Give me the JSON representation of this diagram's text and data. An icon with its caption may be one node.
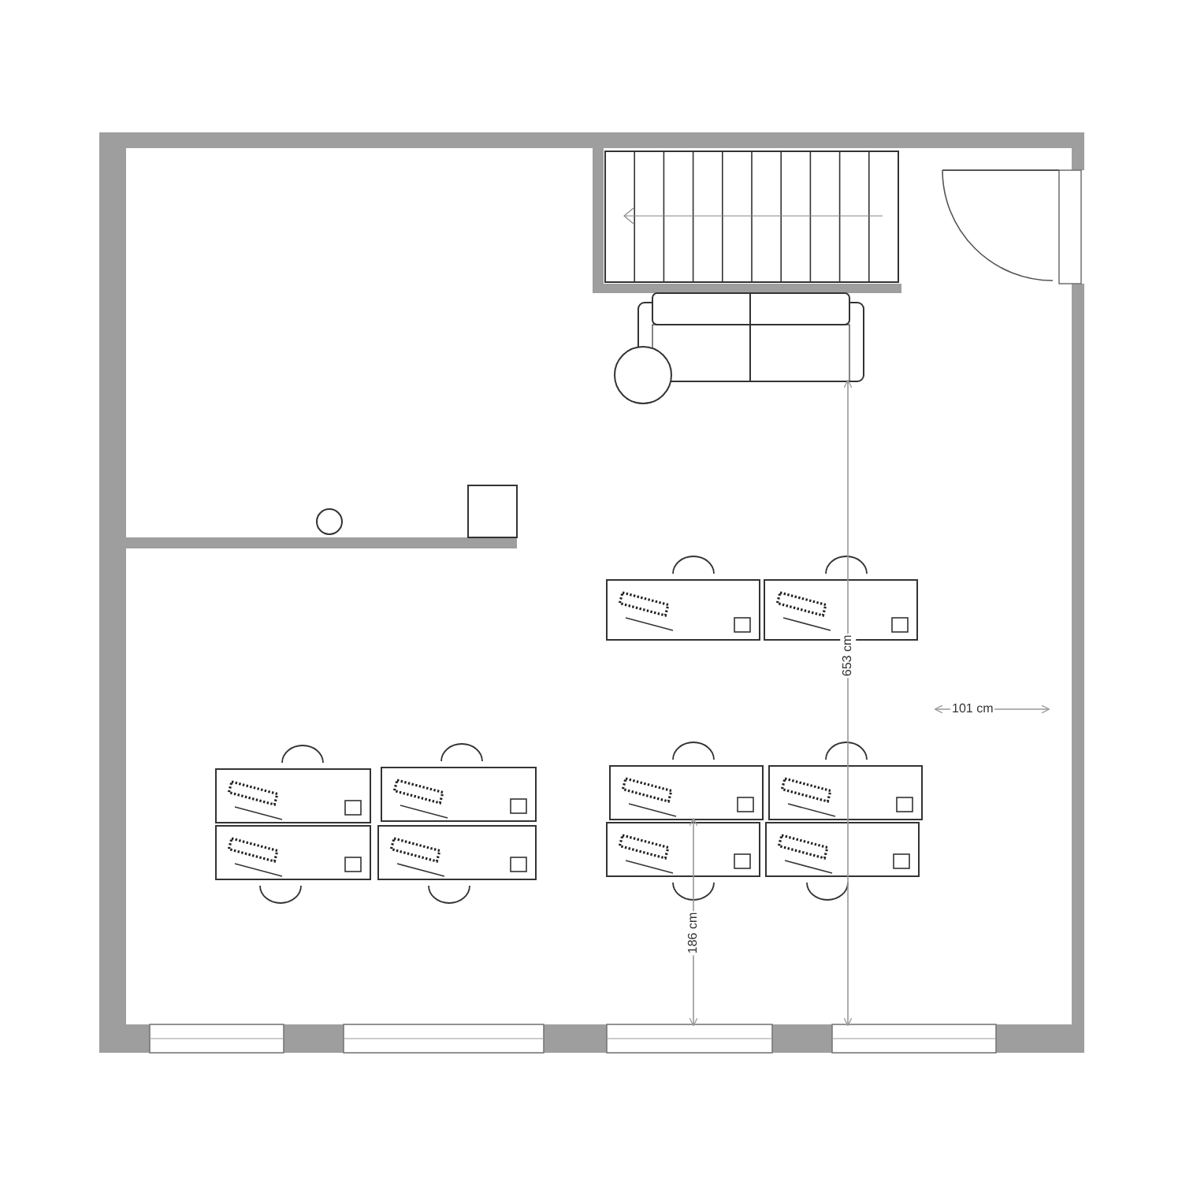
{
  "diagram": {
    "labels": [
      "653 cm",
      "101 cm",
      "186 cm"
    ]
  }
}
